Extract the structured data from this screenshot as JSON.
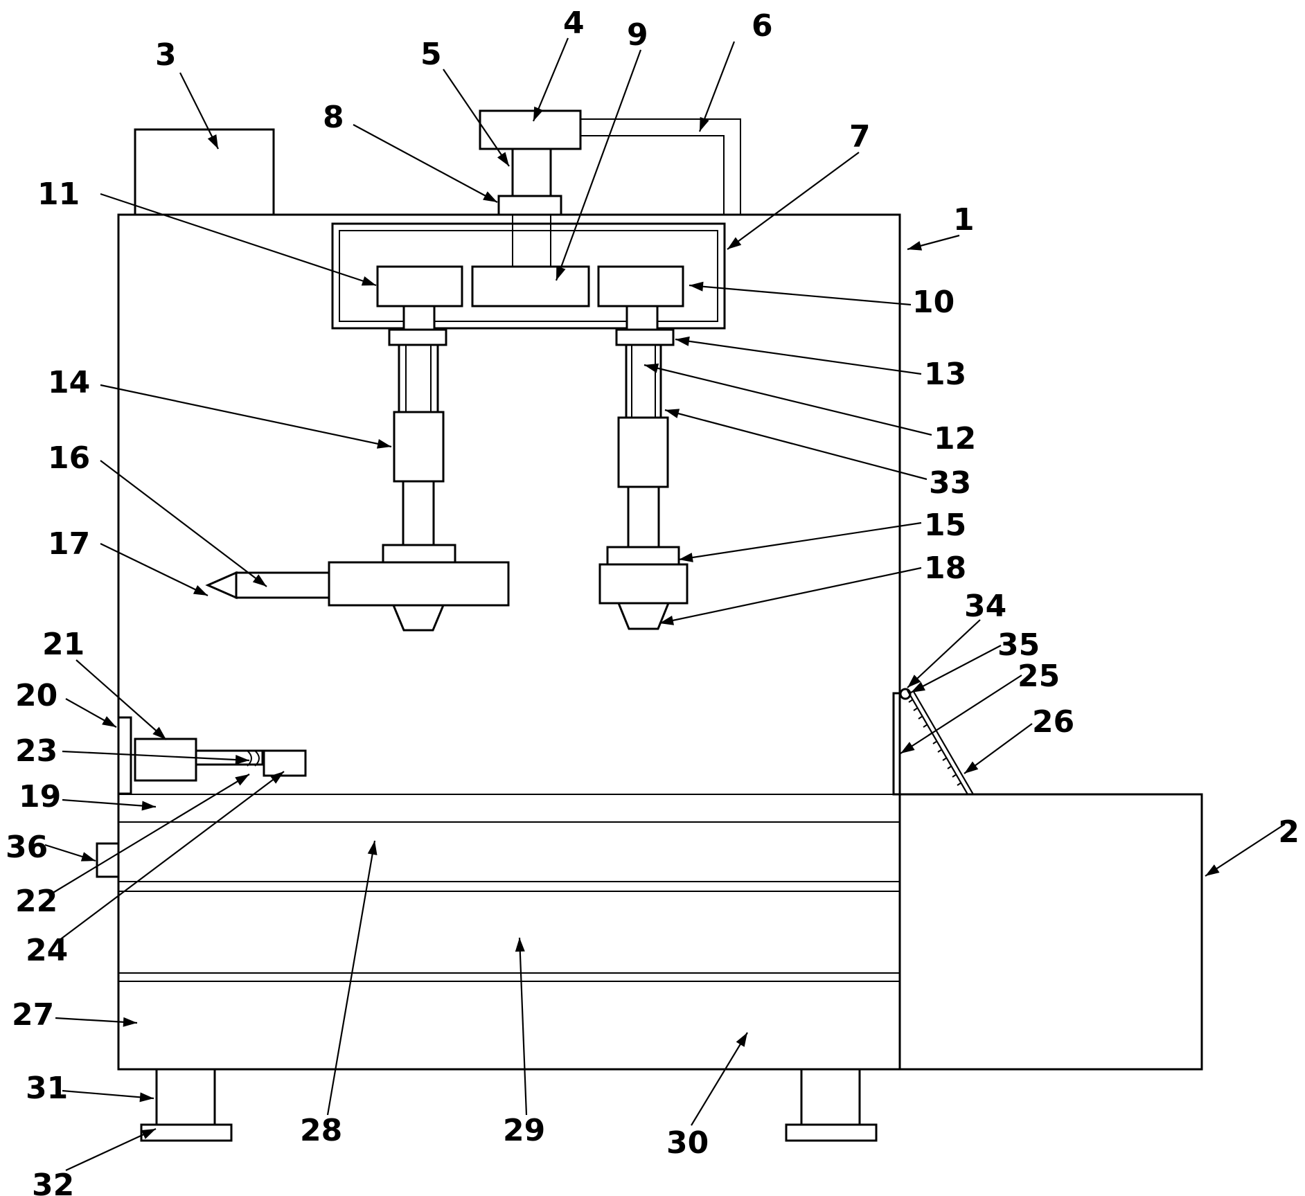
{
  "labels": {
    "n1": "1",
    "n2": "2",
    "n3": "3",
    "n4": "4",
    "n5": "5",
    "n6": "6",
    "n7": "7",
    "n8": "8",
    "n9": "9",
    "n10": "10",
    "n11": "11",
    "n12": "12",
    "n13": "13",
    "n14": "14",
    "n15": "15",
    "n16": "16",
    "n17": "17",
    "n18": "18",
    "n19": "19",
    "n20": "20",
    "n21": "21",
    "n22": "22",
    "n23": "23",
    "n24": "24",
    "n25": "25",
    "n26": "26",
    "n27": "27",
    "n28": "28",
    "n29": "29",
    "n30": "30",
    "n31": "31",
    "n32": "32",
    "n33": "33",
    "n34": "34",
    "n35": "35",
    "n36": "36"
  }
}
